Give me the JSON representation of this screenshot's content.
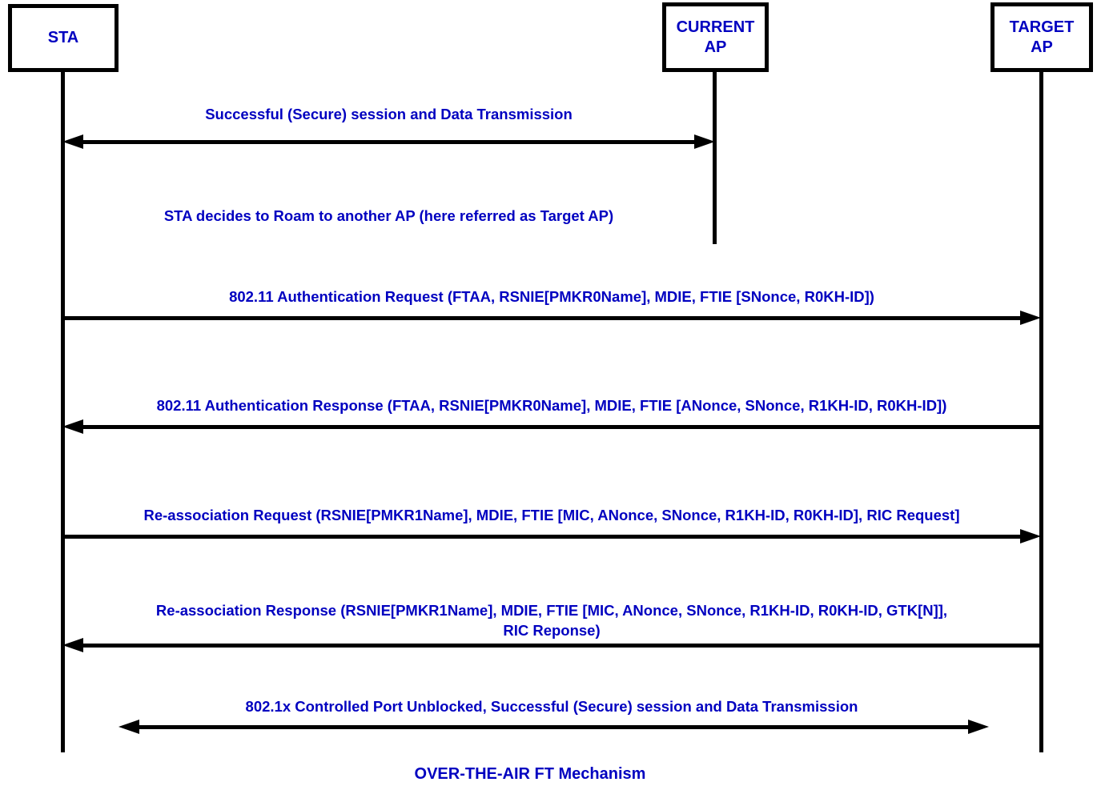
{
  "diagram": {
    "type": "sequence-diagram",
    "title": "OVER-THE-AIR FT Mechanism",
    "colors": {
      "label_text": "#0000C0",
      "line": "#000000",
      "background": "#FFFFFF"
    },
    "actors": [
      {
        "id": "sta",
        "label": "STA"
      },
      {
        "id": "current-ap",
        "label": "CURRENT\nAP"
      },
      {
        "id": "target-ap",
        "label": "TARGET\nAP"
      }
    ],
    "messages": [
      {
        "label": "Successful (Secure) session and Data Transmission",
        "from": "STA",
        "to": "CURRENT AP",
        "direction": "both"
      },
      {
        "label": "STA decides to Roam to another AP (here referred as Target AP)",
        "from": "STA",
        "to": "STA",
        "direction": "none"
      },
      {
        "label": "802.11 Authentication Request (FTAA, RSNIE[PMKR0Name], MDIE, FTIE [SNonce, R0KH-ID])",
        "from": "STA",
        "to": "TARGET AP",
        "direction": "right"
      },
      {
        "label": "802.11 Authentication Response (FTAA, RSNIE[PMKR0Name], MDIE, FTIE [ANonce, SNonce, R1KH-ID, R0KH-ID])",
        "from": "TARGET AP",
        "to": "STA",
        "direction": "left"
      },
      {
        "label": "Re-association Request (RSNIE[PMKR1Name], MDIE, FTIE [MIC, ANonce, SNonce, R1KH-ID, R0KH-ID], RIC Request]",
        "from": "STA",
        "to": "TARGET AP",
        "direction": "right"
      },
      {
        "label": "Re-association Response (RSNIE[PMKR1Name], MDIE, FTIE [MIC, ANonce, SNonce, R1KH-ID, R0KH-ID, GTK[N]],\nRIC Reponse)",
        "from": "TARGET AP",
        "to": "STA",
        "direction": "left"
      },
      {
        "label": "802.1x Controlled Port Unblocked, Successful (Secure) session and Data Transmission",
        "from": "STA",
        "to": "TARGET AP",
        "direction": "both"
      }
    ]
  }
}
